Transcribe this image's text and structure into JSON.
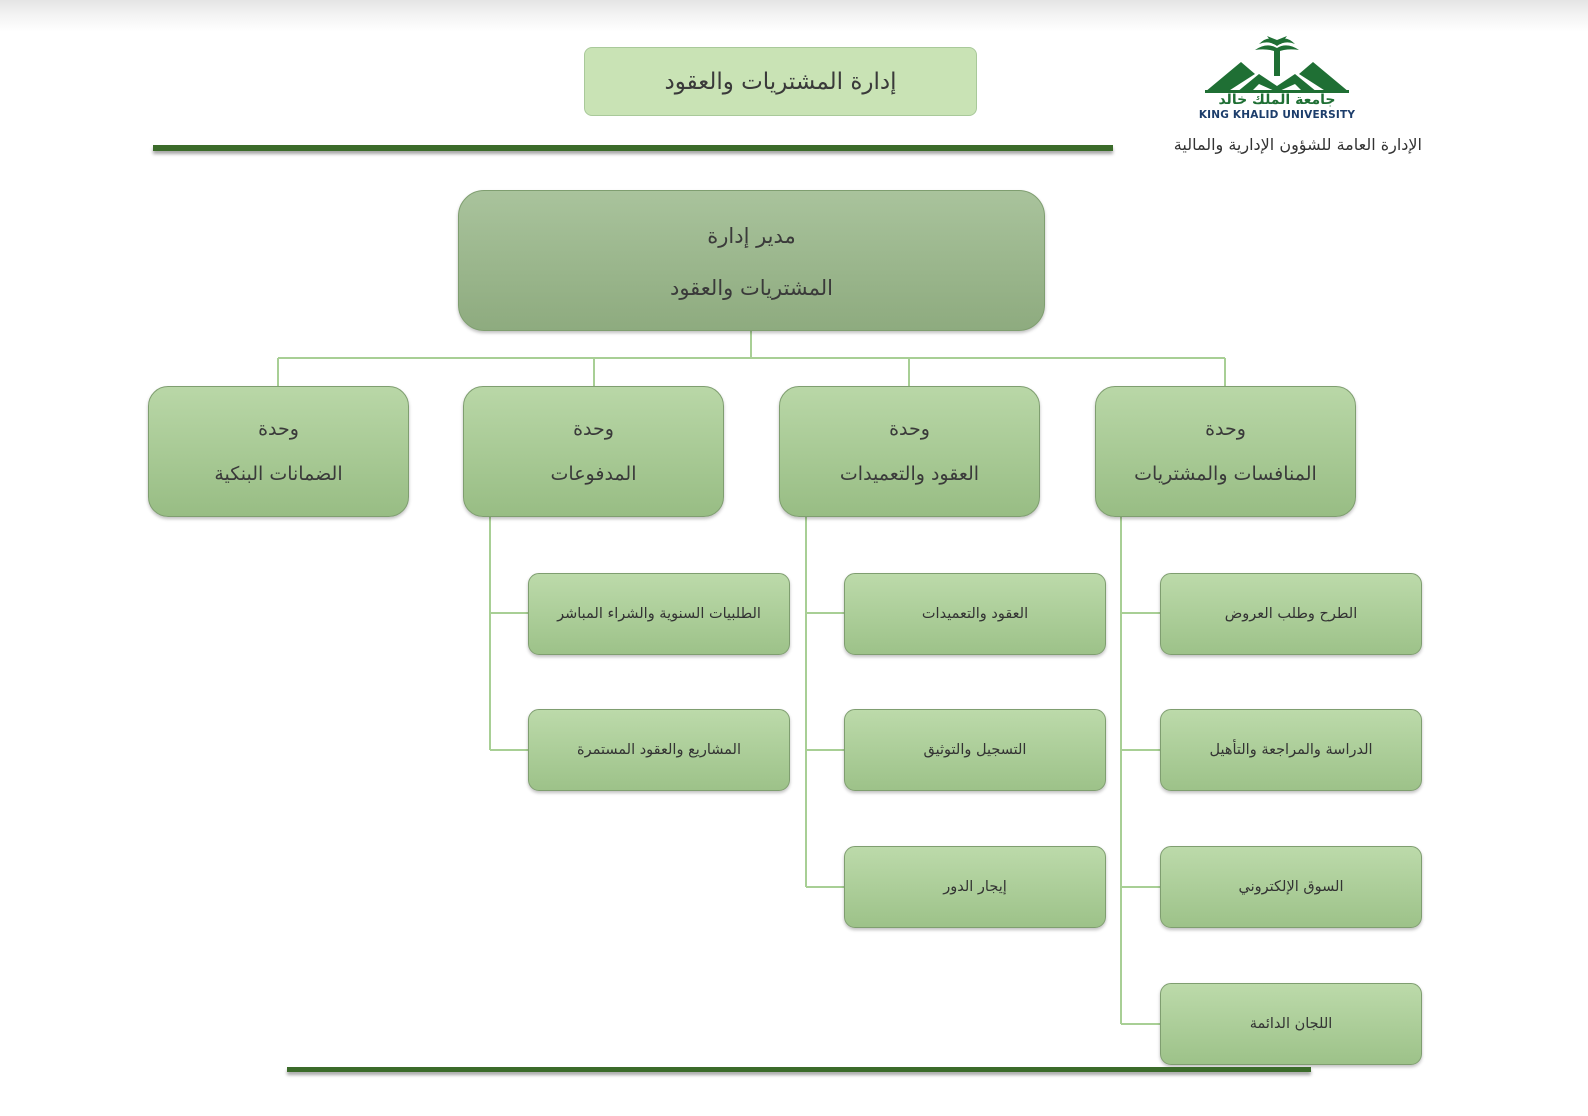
{
  "header": {
    "title": "إدارة المشتريات والعقود",
    "subtitle": "الإدارة العامة للشؤون الإدارية والمالية",
    "logo_text_ar": "جامعة الملك خالد",
    "logo_text_en": "KING KHALID UNIVERSITY"
  },
  "chart": {
    "head": {
      "line1": "مدير إدارة",
      "line2": "المشتريات والعقود"
    },
    "units": [
      {
        "line1": "وحدة",
        "line2": "المنافسات والمشتريات",
        "children": [
          "الطرح وطلب العروض",
          "الدراسة والمراجعة والتأهيل",
          "السوق الإلكتروني",
          "اللجان الدائمة"
        ]
      },
      {
        "line1": "وحدة",
        "line2": "العقود والتعميدات",
        "children": [
          "العقود والتعميدات",
          "التسجيل والتوثيق",
          "إيجار الدور"
        ]
      },
      {
        "line1": "وحدة",
        "line2": "المدفوعات",
        "children": [
          "الطلبيات السنوية والشراء المباشر",
          "المشاريع والعقود المستمرة"
        ]
      },
      {
        "line1": "وحدة",
        "line2": "الضمانات البنكية",
        "children": []
      }
    ]
  },
  "colors": {
    "rule": "#3b6b2a",
    "connector": "#a8cf95",
    "head_fill": "#9db78f",
    "unit_fill": "#aacc97",
    "logo_green": "#1f6f34"
  }
}
